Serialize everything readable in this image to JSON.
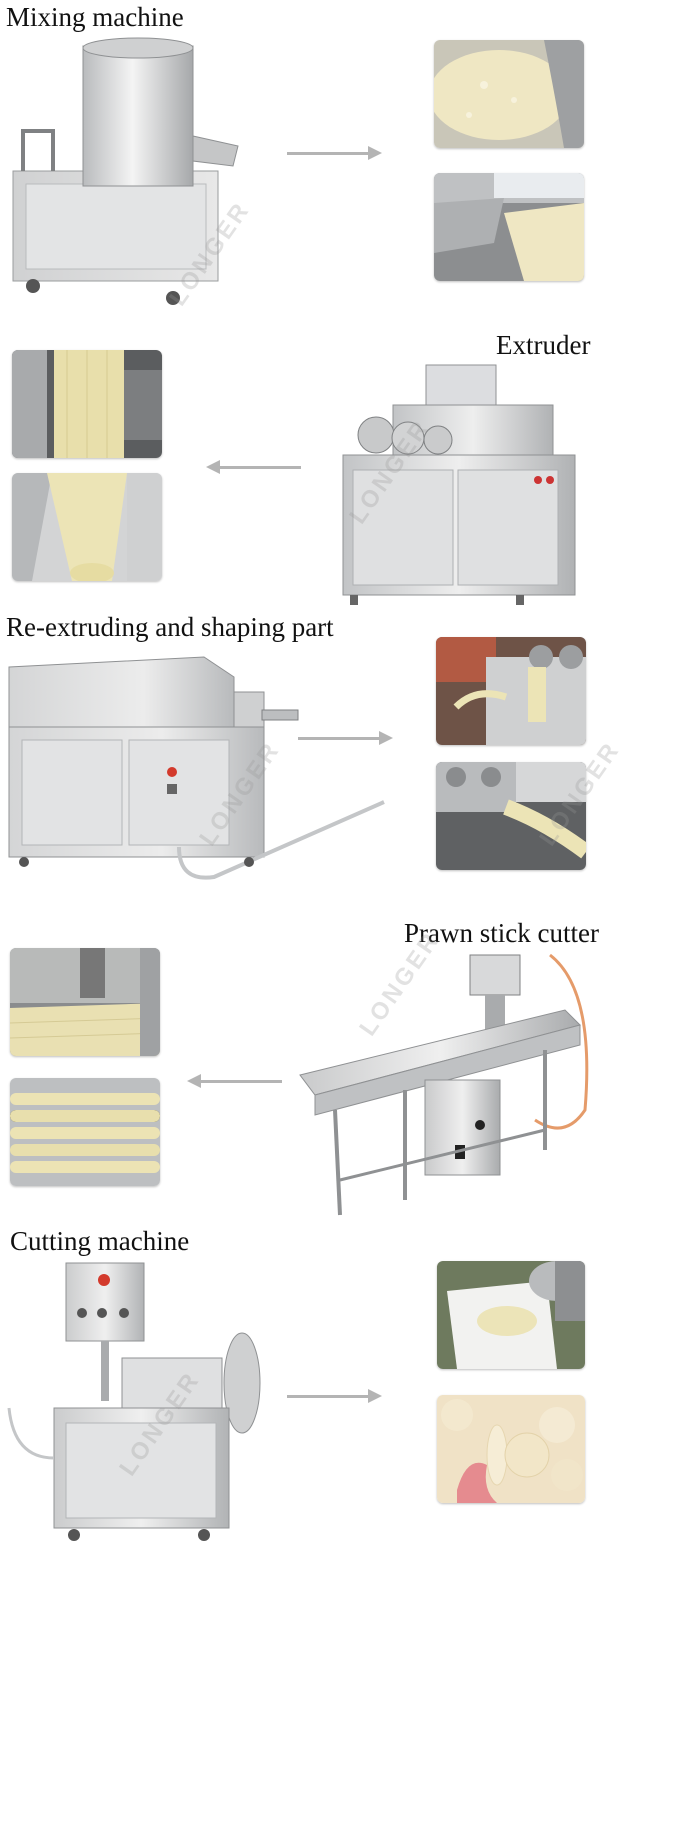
{
  "sections": [
    {
      "title": "Mixing machine"
    },
    {
      "title": "Extruder"
    },
    {
      "title": "Re-extruding and shaping part"
    },
    {
      "title": "Prawn stick cutter"
    },
    {
      "title": "Cutting machine"
    }
  ],
  "watermark": "LONGER",
  "colors": {
    "steel": "#d9dadb",
    "steel_dark": "#a9abad",
    "dough": "#efe7c3",
    "arrow": "#b4b4b4",
    "hose": "#e59b6a",
    "button_red": "#d33a2c"
  },
  "icons": [
    "right-arrow-icon",
    "left-arrow-icon"
  ]
}
